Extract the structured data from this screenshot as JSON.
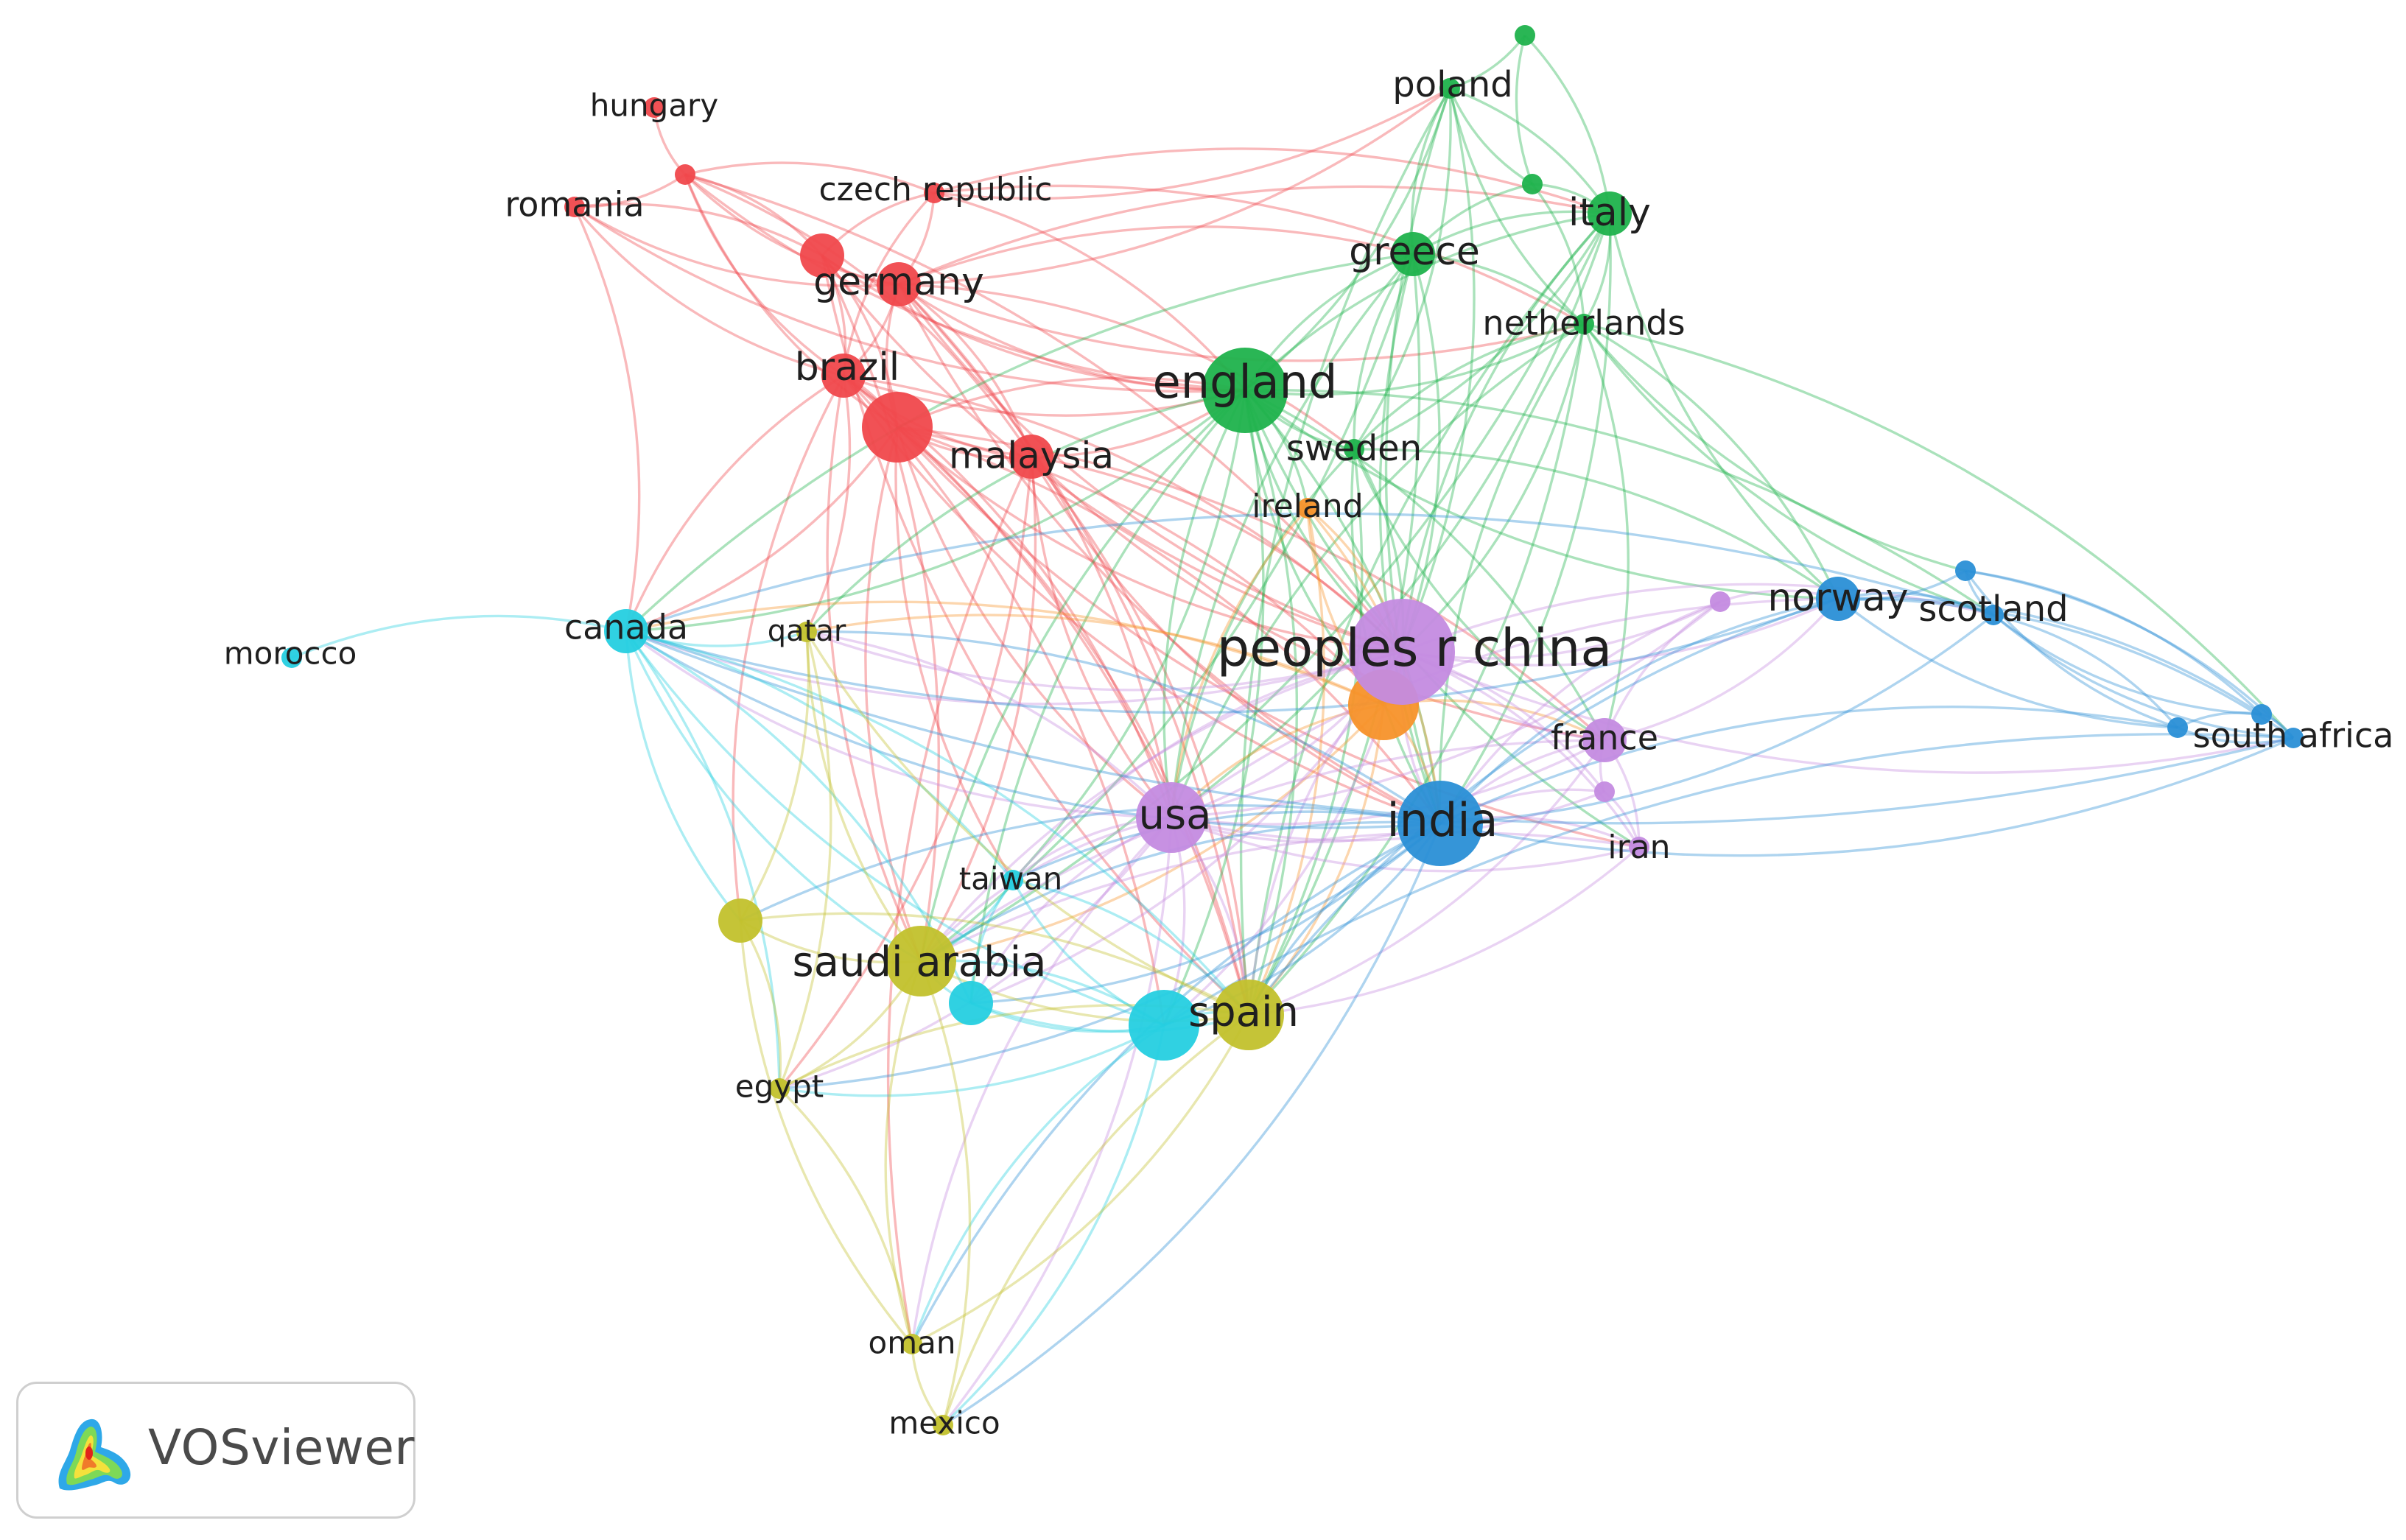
{
  "brand": {
    "name": "VOSviewer"
  },
  "clusters": {
    "red": "#f0484c",
    "green": "#1fb24c",
    "blue": "#2a8fd6",
    "yellow": "#c2c12c",
    "purple": "#c48be0",
    "cyan": "#25cfe0",
    "orange": "#f7922a"
  },
  "nodes": [
    {
      "id": "hungary",
      "label": "hungary",
      "cluster": "red",
      "weight": 1
    },
    {
      "id": "red_a",
      "label": "",
      "cluster": "red",
      "weight": 1
    },
    {
      "id": "romania",
      "label": "romania",
      "cluster": "red",
      "weight": 1
    },
    {
      "id": "czech_republic",
      "label": "czech republic",
      "cluster": "red",
      "weight": 1
    },
    {
      "id": "red_b",
      "label": "",
      "cluster": "red",
      "weight": 2
    },
    {
      "id": "germany",
      "label": "germany",
      "cluster": "red",
      "weight": 2
    },
    {
      "id": "brazil",
      "label": "brazil",
      "cluster": "red",
      "weight": 2
    },
    {
      "id": "red_c",
      "label": "",
      "cluster": "red",
      "weight": 3
    },
    {
      "id": "malaysia",
      "label": "malaysia",
      "cluster": "red",
      "weight": 2
    },
    {
      "id": "green_a",
      "label": "",
      "cluster": "green",
      "weight": 1
    },
    {
      "id": "poland",
      "label": "poland",
      "cluster": "green",
      "weight": 1
    },
    {
      "id": "green_b",
      "label": "",
      "cluster": "green",
      "weight": 1
    },
    {
      "id": "italy",
      "label": "italy",
      "cluster": "green",
      "weight": 2
    },
    {
      "id": "greece",
      "label": "greece",
      "cluster": "green",
      "weight": 2
    },
    {
      "id": "netherlands",
      "label": "netherlands",
      "cluster": "green",
      "weight": 1
    },
    {
      "id": "england",
      "label": "england",
      "cluster": "green",
      "weight": 4
    },
    {
      "id": "sweden",
      "label": "sweden",
      "cluster": "green",
      "weight": 1
    },
    {
      "id": "ireland",
      "label": "ireland",
      "cluster": "orange",
      "weight": 1
    },
    {
      "id": "orange_a",
      "label": "",
      "cluster": "orange",
      "weight": 3
    },
    {
      "id": "peoples_r_china",
      "label": "peoples r china",
      "cluster": "purple",
      "weight": 6
    },
    {
      "id": "purple_a",
      "label": "",
      "cluster": "purple",
      "weight": 1
    },
    {
      "id": "france",
      "label": "france",
      "cluster": "purple",
      "weight": 2
    },
    {
      "id": "purple_b",
      "label": "",
      "cluster": "purple",
      "weight": 1
    },
    {
      "id": "iran",
      "label": "iran",
      "cluster": "purple",
      "weight": 1
    },
    {
      "id": "usa",
      "label": "usa",
      "cluster": "purple",
      "weight": 3
    },
    {
      "id": "norway",
      "label": "norway",
      "cluster": "blue",
      "weight": 2
    },
    {
      "id": "blue_a",
      "label": "",
      "cluster": "blue",
      "weight": 1
    },
    {
      "id": "scotland",
      "label": "scotland",
      "cluster": "blue",
      "weight": 1
    },
    {
      "id": "blue_b",
      "label": "",
      "cluster": "blue",
      "weight": 1
    },
    {
      "id": "blue_c",
      "label": "",
      "cluster": "blue",
      "weight": 1
    },
    {
      "id": "south_africa",
      "label": "south africa",
      "cluster": "blue",
      "weight": 1
    },
    {
      "id": "india",
      "label": "india",
      "cluster": "blue",
      "weight": 4
    },
    {
      "id": "morocco",
      "label": "morocco",
      "cluster": "cyan",
      "weight": 1
    },
    {
      "id": "canada",
      "label": "canada",
      "cluster": "cyan",
      "weight": 2
    },
    {
      "id": "taiwan",
      "label": "taiwan",
      "cluster": "cyan",
      "weight": 1
    },
    {
      "id": "cyan_a",
      "label": "",
      "cluster": "cyan",
      "weight": 2
    },
    {
      "id": "spain_cyan",
      "label": "",
      "cluster": "cyan",
      "weight": 3
    },
    {
      "id": "qatar",
      "label": "qatar",
      "cluster": "yellow",
      "weight": 1
    },
    {
      "id": "yellow_a",
      "label": "",
      "cluster": "yellow",
      "weight": 2
    },
    {
      "id": "saudi_arabia",
      "label": "saudi arabia",
      "cluster": "yellow",
      "weight": 3
    },
    {
      "id": "spain",
      "label": "spain",
      "cluster": "yellow",
      "weight": 3
    },
    {
      "id": "egypt",
      "label": "egypt",
      "cluster": "yellow",
      "weight": 1
    },
    {
      "id": "oman",
      "label": "oman",
      "cluster": "yellow",
      "weight": 1
    },
    {
      "id": "mexico",
      "label": "mexico",
      "cluster": "yellow",
      "weight": 1
    }
  ],
  "links": [
    [
      "hungary",
      "red_a"
    ],
    [
      "red_a",
      "romania"
    ],
    [
      "red_a",
      "germany"
    ],
    [
      "red_a",
      "red_b"
    ],
    [
      "red_a",
      "brazil"
    ],
    [
      "red_a",
      "czech_republic"
    ],
    [
      "red_a",
      "england"
    ],
    [
      "red_a",
      "malaysia"
    ],
    [
      "red_a",
      "red_c"
    ],
    [
      "red_a",
      "peoples_r_china"
    ],
    [
      "romania",
      "germany"
    ],
    [
      "romania",
      "red_b"
    ],
    [
      "romania",
      "brazil"
    ],
    [
      "romania",
      "canada"
    ],
    [
      "romania",
      "england"
    ],
    [
      "czech_republic",
      "germany"
    ],
    [
      "czech_republic",
      "brazil"
    ],
    [
      "czech_republic",
      "england"
    ],
    [
      "czech_republic",
      "red_b"
    ],
    [
      "czech_republic",
      "italy"
    ],
    [
      "czech_republic",
      "poland"
    ],
    [
      "czech_republic",
      "netherlands"
    ],
    [
      "red_b",
      "germany"
    ],
    [
      "red_b",
      "brazil"
    ],
    [
      "red_b",
      "england"
    ],
    [
      "red_b",
      "red_c"
    ],
    [
      "red_b",
      "peoples_r_china"
    ],
    [
      "red_b",
      "saudi_arabia"
    ],
    [
      "red_b",
      "spain"
    ],
    [
      "germany",
      "brazil"
    ],
    [
      "germany",
      "england"
    ],
    [
      "germany",
      "malaysia"
    ],
    [
      "germany",
      "red_c"
    ],
    [
      "germany",
      "greece"
    ],
    [
      "germany",
      "peoples_r_china"
    ],
    [
      "germany",
      "usa"
    ],
    [
      "germany",
      "india"
    ],
    [
      "germany",
      "sweden"
    ],
    [
      "germany",
      "poland"
    ],
    [
      "germany",
      "spain"
    ],
    [
      "germany",
      "netherlands"
    ],
    [
      "germany",
      "italy"
    ],
    [
      "brazil",
      "england"
    ],
    [
      "brazil",
      "red_c"
    ],
    [
      "brazil",
      "malaysia"
    ],
    [
      "brazil",
      "peoples_r_china"
    ],
    [
      "brazil",
      "india"
    ],
    [
      "brazil",
      "usa"
    ],
    [
      "brazil",
      "canada"
    ],
    [
      "brazil",
      "spain"
    ],
    [
      "brazil",
      "saudi_arabia"
    ],
    [
      "brazil",
      "qatar"
    ],
    [
      "brazil",
      "yellow_a"
    ],
    [
      "brazil",
      "spain_cyan"
    ],
    [
      "red_c",
      "malaysia"
    ],
    [
      "red_c",
      "england"
    ],
    [
      "red_c",
      "peoples_r_china"
    ],
    [
      "red_c",
      "india"
    ],
    [
      "red_c",
      "usa"
    ],
    [
      "red_c",
      "spain"
    ],
    [
      "red_c",
      "saudi_arabia"
    ],
    [
      "red_c",
      "canada"
    ],
    [
      "red_c",
      "iran"
    ],
    [
      "red_c",
      "france"
    ],
    [
      "red_c",
      "taiwan"
    ],
    [
      "red_c",
      "orange_a"
    ],
    [
      "malaysia",
      "england"
    ],
    [
      "malaysia",
      "peoples_r_china"
    ],
    [
      "malaysia",
      "india"
    ],
    [
      "malaysia",
      "saudi_arabia"
    ],
    [
      "malaysia",
      "usa"
    ],
    [
      "malaysia",
      "spain"
    ],
    [
      "malaysia",
      "france"
    ],
    [
      "malaysia",
      "egypt"
    ],
    [
      "malaysia",
      "oman"
    ],
    [
      "green_a",
      "poland"
    ],
    [
      "green_a",
      "green_b"
    ],
    [
      "green_a",
      "italy"
    ],
    [
      "poland",
      "green_b"
    ],
    [
      "poland",
      "italy"
    ],
    [
      "poland",
      "greece"
    ],
    [
      "poland",
      "england"
    ],
    [
      "poland",
      "netherlands"
    ],
    [
      "poland",
      "sweden"
    ],
    [
      "poland",
      "india"
    ],
    [
      "poland",
      "peoples_r_china"
    ],
    [
      "poland",
      "spain"
    ],
    [
      "green_b",
      "italy"
    ],
    [
      "green_b",
      "greece"
    ],
    [
      "green_b",
      "netherlands"
    ],
    [
      "italy",
      "greece"
    ],
    [
      "italy",
      "netherlands"
    ],
    [
      "italy",
      "england"
    ],
    [
      "italy",
      "sweden"
    ],
    [
      "italy",
      "peoples_r_china"
    ],
    [
      "italy",
      "india"
    ],
    [
      "italy",
      "spain"
    ],
    [
      "italy",
      "usa"
    ],
    [
      "italy",
      "norway"
    ],
    [
      "italy",
      "saudi_arabia"
    ],
    [
      "greece",
      "england"
    ],
    [
      "greece",
      "netherlands"
    ],
    [
      "greece",
      "sweden"
    ],
    [
      "greece",
      "peoples_r_china"
    ],
    [
      "greece",
      "india"
    ],
    [
      "greece",
      "spain"
    ],
    [
      "greece",
      "usa"
    ],
    [
      "greece",
      "saudi_arabia"
    ],
    [
      "greece",
      "canada"
    ],
    [
      "netherlands",
      "england"
    ],
    [
      "netherlands",
      "sweden"
    ],
    [
      "netherlands",
      "peoples_r_china"
    ],
    [
      "netherlands",
      "india"
    ],
    [
      "netherlands",
      "norway"
    ],
    [
      "netherlands",
      "scotland"
    ],
    [
      "netherlands",
      "south_africa"
    ],
    [
      "netherlands",
      "usa"
    ],
    [
      "netherlands",
      "spain"
    ],
    [
      "netherlands",
      "blue_a"
    ],
    [
      "netherlands",
      "france"
    ],
    [
      "england",
      "sweden"
    ],
    [
      "england",
      "ireland"
    ],
    [
      "england",
      "peoples_r_china"
    ],
    [
      "england",
      "india"
    ],
    [
      "england",
      "usa"
    ],
    [
      "england",
      "spain"
    ],
    [
      "england",
      "saudi_arabia"
    ],
    [
      "england",
      "canada"
    ],
    [
      "england",
      "norway"
    ],
    [
      "england",
      "france"
    ],
    [
      "england",
      "iran"
    ],
    [
      "england",
      "taiwan"
    ],
    [
      "england",
      "qatar"
    ],
    [
      "england",
      "spain_cyan"
    ],
    [
      "england",
      "cyan_a"
    ],
    [
      "england",
      "scotland"
    ],
    [
      "england",
      "orange_a"
    ],
    [
      "sweden",
      "peoples_r_china"
    ],
    [
      "sweden",
      "india"
    ],
    [
      "sweden",
      "norway"
    ],
    [
      "sweden",
      "usa"
    ],
    [
      "sweden",
      "spain"
    ],
    [
      "sweden",
      "france"
    ],
    [
      "ireland",
      "peoples_r_china"
    ],
    [
      "ireland",
      "orange_a"
    ],
    [
      "ireland",
      "india"
    ],
    [
      "ireland",
      "usa"
    ],
    [
      "ireland",
      "spain"
    ],
    [
      "orange_a",
      "peoples_r_china"
    ],
    [
      "orange_a",
      "india"
    ],
    [
      "orange_a",
      "usa"
    ],
    [
      "orange_a",
      "spain"
    ],
    [
      "orange_a",
      "canada"
    ],
    [
      "orange_a",
      "saudi_arabia"
    ],
    [
      "orange_a",
      "qatar"
    ],
    [
      "orange_a",
      "france"
    ],
    [
      "peoples_r_china",
      "india"
    ],
    [
      "peoples_r_china",
      "usa"
    ],
    [
      "peoples_r_china",
      "france"
    ],
    [
      "peoples_r_china",
      "iran"
    ],
    [
      "peoples_r_china",
      "norway"
    ],
    [
      "peoples_r_china",
      "scotland"
    ],
    [
      "peoples_r_china",
      "purple_a"
    ],
    [
      "peoples_r_china",
      "purple_b"
    ],
    [
      "peoples_r_china",
      "spain"
    ],
    [
      "peoples_r_china",
      "spain_cyan"
    ],
    [
      "peoples_r_china",
      "saudi_arabia"
    ],
    [
      "peoples_r_china",
      "canada"
    ],
    [
      "peoples_r_china",
      "taiwan"
    ],
    [
      "peoples_r_china",
      "cyan_a"
    ],
    [
      "peoples_r_china",
      "south_africa"
    ],
    [
      "peoples_r_china",
      "qatar"
    ],
    [
      "purple_a",
      "france"
    ],
    [
      "purple_a",
      "norway"
    ],
    [
      "purple_a",
      "india"
    ],
    [
      "purple_a",
      "usa"
    ],
    [
      "france",
      "purple_b"
    ],
    [
      "france",
      "iran"
    ],
    [
      "france",
      "india"
    ],
    [
      "france",
      "usa"
    ],
    [
      "france",
      "norway"
    ],
    [
      "france",
      "spain"
    ],
    [
      "france",
      "saudi_arabia"
    ],
    [
      "purple_b",
      "iran"
    ],
    [
      "purple_b",
      "india"
    ],
    [
      "purple_b",
      "usa"
    ],
    [
      "iran",
      "india"
    ],
    [
      "iran",
      "usa"
    ],
    [
      "iran",
      "saudi_arabia"
    ],
    [
      "iran",
      "spain"
    ],
    [
      "usa",
      "india"
    ],
    [
      "usa",
      "spain"
    ],
    [
      "usa",
      "saudi_arabia"
    ],
    [
      "usa",
      "canada"
    ],
    [
      "usa",
      "taiwan"
    ],
    [
      "usa",
      "spain_cyan"
    ],
    [
      "usa",
      "cyan_a"
    ],
    [
      "usa",
      "norway"
    ],
    [
      "usa",
      "qatar"
    ],
    [
      "usa",
      "egypt"
    ],
    [
      "usa",
      "oman"
    ],
    [
      "usa",
      "mexico"
    ],
    [
      "norway",
      "blue_a"
    ],
    [
      "norway",
      "scotland"
    ],
    [
      "norway",
      "india"
    ],
    [
      "norway",
      "south_africa"
    ],
    [
      "norway",
      "blue_b"
    ],
    [
      "norway",
      "blue_c"
    ],
    [
      "norway",
      "spain"
    ],
    [
      "norway",
      "canada"
    ],
    [
      "blue_a",
      "scotland"
    ],
    [
      "blue_a",
      "south_africa"
    ],
    [
      "blue_a",
      "blue_b"
    ],
    [
      "blue_a",
      "blue_c"
    ],
    [
      "scotland",
      "south_africa"
    ],
    [
      "scotland",
      "blue_b"
    ],
    [
      "scotland",
      "blue_c"
    ],
    [
      "scotland",
      "india"
    ],
    [
      "scotland",
      "canada"
    ],
    [
      "blue_b",
      "blue_c"
    ],
    [
      "blue_b",
      "south_africa"
    ],
    [
      "blue_c",
      "south_africa"
    ],
    [
      "blue_b",
      "india"
    ],
    [
      "south_africa",
      "india"
    ],
    [
      "south_africa",
      "spain_cyan"
    ],
    [
      "south_africa",
      "canada"
    ],
    [
      "india",
      "spain"
    ],
    [
      "india",
      "spain_cyan"
    ],
    [
      "india",
      "saudi_arabia"
    ],
    [
      "india",
      "canada"
    ],
    [
      "india",
      "taiwan"
    ],
    [
      "india",
      "cyan_a"
    ],
    [
      "india",
      "qatar"
    ],
    [
      "india",
      "egypt"
    ],
    [
      "india",
      "oman"
    ],
    [
      "india",
      "mexico"
    ],
    [
      "india",
      "yellow_a"
    ],
    [
      "morocco",
      "canada"
    ],
    [
      "canada",
      "qatar"
    ],
    [
      "canada",
      "taiwan"
    ],
    [
      "canada",
      "spain_cyan"
    ],
    [
      "canada",
      "cyan_a"
    ],
    [
      "canada",
      "saudi_arabia"
    ],
    [
      "canada",
      "spain"
    ],
    [
      "canada",
      "yellow_a"
    ],
    [
      "canada",
      "egypt"
    ],
    [
      "taiwan",
      "spain_cyan"
    ],
    [
      "taiwan",
      "saudi_arabia"
    ],
    [
      "taiwan",
      "cyan_a"
    ],
    [
      "taiwan",
      "spain"
    ],
    [
      "cyan_a",
      "spain_cyan"
    ],
    [
      "cyan_a",
      "saudi_arabia"
    ],
    [
      "cyan_a",
      "spain"
    ],
    [
      "spain_cyan",
      "spain"
    ],
    [
      "spain_cyan",
      "saudi_arabia"
    ],
    [
      "spain_cyan",
      "egypt"
    ],
    [
      "spain_cyan",
      "oman"
    ],
    [
      "spain_cyan",
      "mexico"
    ],
    [
      "qatar",
      "saudi_arabia"
    ],
    [
      "qatar",
      "yellow_a"
    ],
    [
      "qatar",
      "spain"
    ],
    [
      "qatar",
      "egypt"
    ],
    [
      "yellow_a",
      "saudi_arabia"
    ],
    [
      "yellow_a",
      "egypt"
    ],
    [
      "yellow_a",
      "oman"
    ],
    [
      "yellow_a",
      "spain"
    ],
    [
      "saudi_arabia",
      "spain"
    ],
    [
      "saudi_arabia",
      "egypt"
    ],
    [
      "saudi_arabia",
      "oman"
    ],
    [
      "saudi_arabia",
      "mexico"
    ],
    [
      "spain",
      "egypt"
    ],
    [
      "spain",
      "oman"
    ],
    [
      "spain",
      "mexico"
    ],
    [
      "egypt",
      "oman"
    ],
    [
      "oman",
      "mexico"
    ]
  ]
}
